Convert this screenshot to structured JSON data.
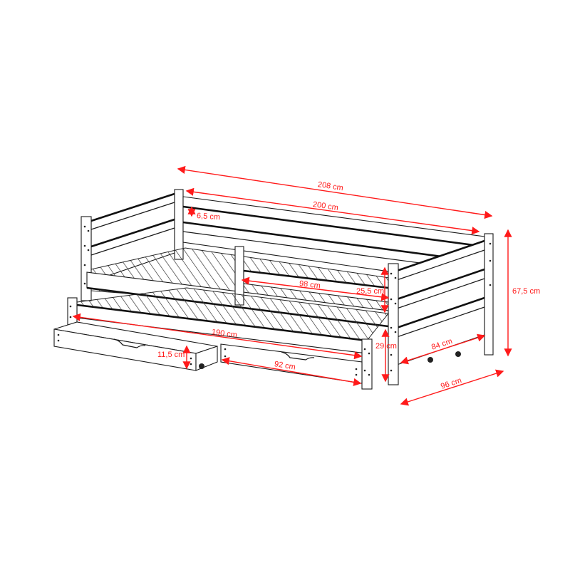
{
  "diagram": {
    "subject": "Trundle day bed with two storage drawers",
    "annotation_color": "#ff1a1a",
    "line_color": "#1a1a1a",
    "background_color": "#ffffff"
  },
  "dimensions": {
    "overall_length": "208 cm",
    "mattress_length": "200 cm",
    "rail_height": "6,5 cm",
    "guard_rail_length": "98 cm",
    "guard_height": "25,5 cm",
    "trundle_length": "190 cm",
    "trundle_height": "29 cm",
    "drawer_height": "11,5 cm",
    "drawer_length": "92 cm",
    "inner_width": "84 cm",
    "overall_width": "96 cm",
    "overall_height": "67,5 cm"
  }
}
